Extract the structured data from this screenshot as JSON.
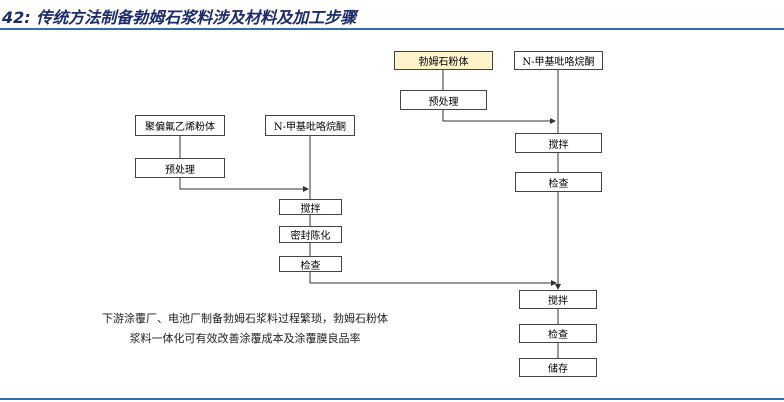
{
  "header": {
    "title": "42: 传统方法制备勃姆石浆料涉及材料及加工步骤"
  },
  "diagram": {
    "left_branch": {
      "material": "聚偏氟乙烯粉体",
      "pretreat": "预处理",
      "solvent": "N-甲基吡咯烷酮",
      "stir": "搅拌",
      "seal": "密封陈化",
      "inspect": "检查"
    },
    "right_branch": {
      "material": "勃姆石粉体",
      "pretreat": "预处理",
      "solvent": "N-甲基吡咯烷酮",
      "stir": "搅拌",
      "inspect": "检查"
    },
    "final": {
      "stir": "搅拌",
      "inspect": "检查",
      "store": "储存"
    },
    "note": {
      "line1": "下游涂覆厂、电池厂制备勃姆石浆料过程繁琐，勃姆石粉体",
      "line2": "浆料一体化可有效改善涂覆成本及涂覆膜良品率"
    },
    "colors": {
      "highlight_fill": "#fff2cc",
      "border": "#444444",
      "connector": "#333333",
      "rule": "#2f6db5"
    }
  }
}
